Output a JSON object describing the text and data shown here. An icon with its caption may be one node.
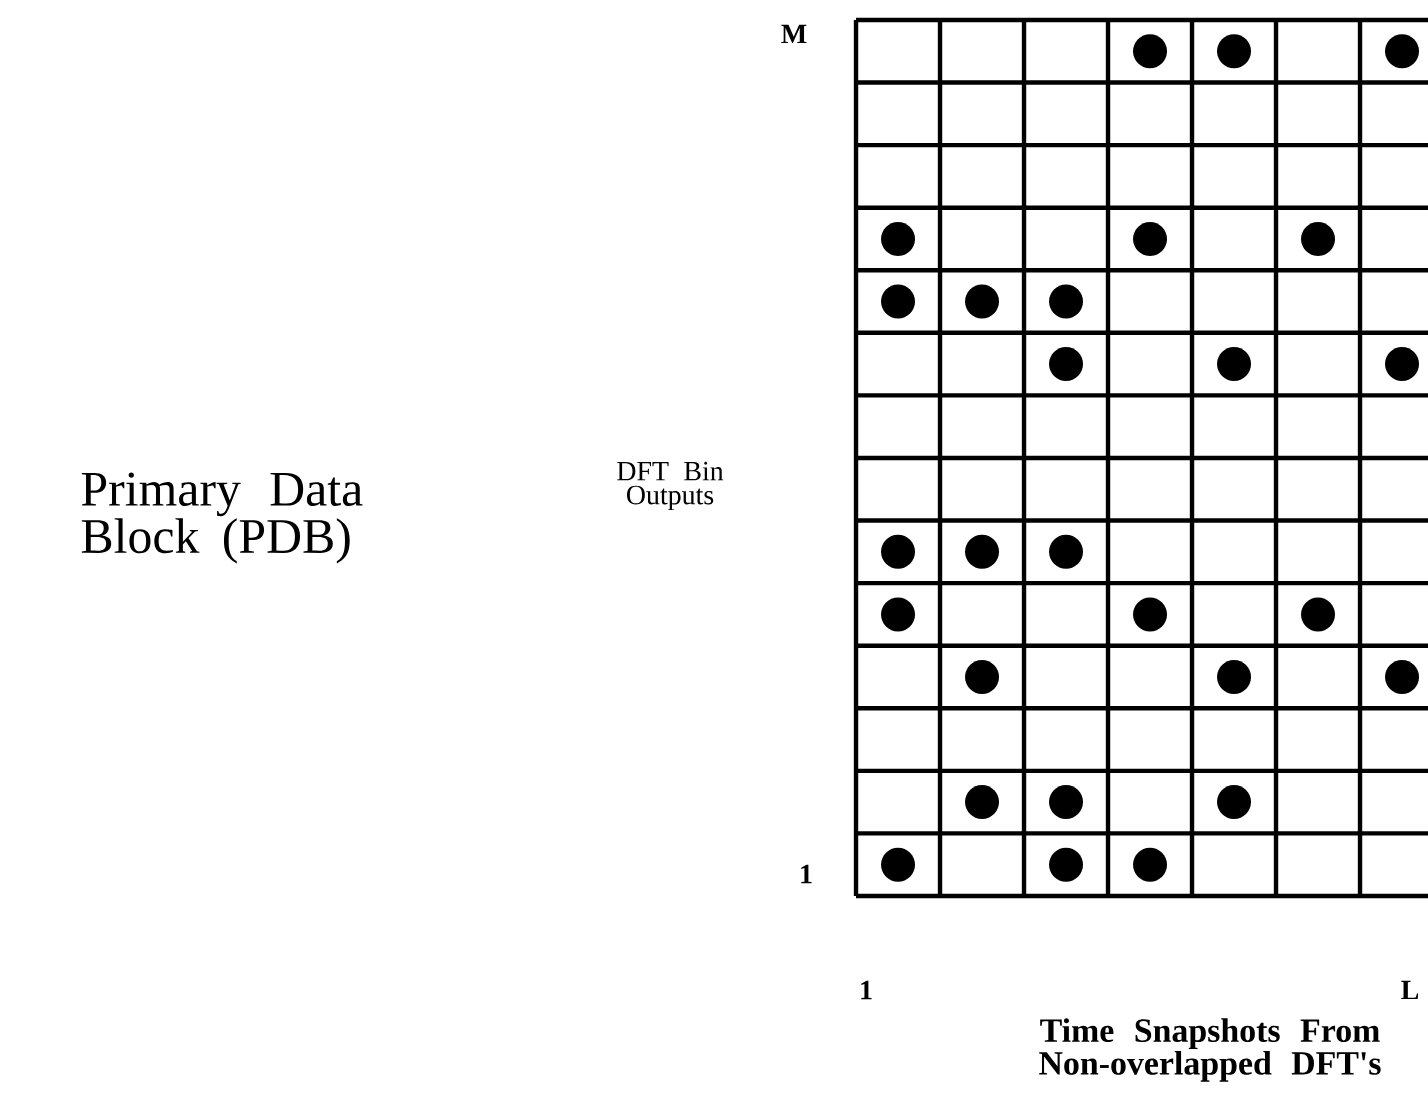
{
  "diagram": {
    "labels": [
      "M",
      "Primary Data Block (PDB)",
      "DFT Bin Outputs",
      "1",
      "1",
      "L",
      "Time Snapshots From Non-overlapped DFT's"
    ]
  }
}
